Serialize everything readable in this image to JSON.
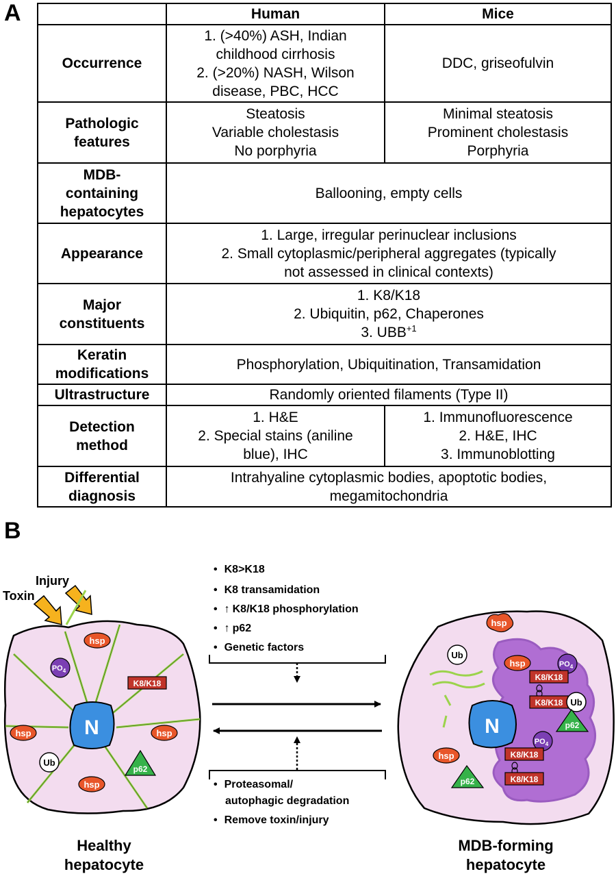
{
  "panels": {
    "a": "A",
    "b": "B"
  },
  "table": {
    "columns": [
      "",
      "Human",
      "Mice"
    ],
    "rows": {
      "occurrence": {
        "label": "Occurrence",
        "human": "1. (>40%) ASH, Indian\nchildhood cirrhosis\n2. (>20%) NASH, Wilson\ndisease, PBC, HCC",
        "mice": "DDC, griseofulvin"
      },
      "pathologic": {
        "label": "Pathologic\nfeatures",
        "human": "Steatosis\nVariable cholestasis\nNo porphyria",
        "mice": "Minimal steatosis\nProminent cholestasis\nPorphyria"
      },
      "mdb_cells": {
        "label": "MDB-\ncontaining\nhepatocytes",
        "both": "Ballooning, empty cells"
      },
      "appearance": {
        "label": "Appearance",
        "both": "1. Large, irregular perinuclear inclusions\n2. Small cytoplasmic/peripheral aggregates (typically\nnot assessed in clinical contexts)"
      },
      "constituents": {
        "label": "Major\nconstituents",
        "both_lines": "1. K8/K18\n2. Ubiquitin, p62, Chaperones",
        "line3": "3. UBB",
        "line3_sup": "+1"
      },
      "keratin_mods": {
        "label": "Keratin\nmodifications",
        "both": "Phosphorylation, Ubiquitination, Transamidation"
      },
      "ultrastructure": {
        "label": "Ultrastructure",
        "both": "Randomly oriented filaments (Type II)"
      },
      "detection": {
        "label": "Detection\nmethod",
        "human": "1. H&E\n2. Special stains (aniline\nblue), IHC",
        "mice": "1. Immunofluorescence\n2. H&E, IHC\n3. Immunoblotting"
      },
      "differential": {
        "label": "Differential\ndiagnosis",
        "both": "Intrahyaline cytoplasmic bodies, apoptotic bodies,\nmegamitochondria"
      }
    }
  },
  "diagram": {
    "toxin": "Toxin",
    "injury": "Injury",
    "nucleus": "N",
    "hsp": "hsp",
    "po4": "PO",
    "po4_sub": "4",
    "k8k18": "K8/K18",
    "ub": "Ub",
    "p62": "p62",
    "forward_factors": [
      "K8>K18",
      "K8 transamidation",
      "K8/K18 phosphorylation",
      "p62",
      "Genetic factors"
    ],
    "reverse_factors": [
      "Proteasomal/",
      "autophagic degradation",
      "Remove toxin/injury"
    ],
    "bullet": "•",
    "up_arrow": "↑",
    "healthy_label": [
      "Healthy",
      "hepatocyte"
    ],
    "mdb_label": [
      "MDB-forming",
      "hepatocyte"
    ],
    "colors": {
      "cell_fill": "#f3dcef",
      "nucleus": "#3b8fe0",
      "hsp": "#e8562a",
      "po4": "#7b3fb3",
      "k8": "#c0342a",
      "p62": "#36b24a",
      "filament": "#9bd34b",
      "aggregate": "#b06ed3",
      "toxin_arrow": "#f6b21e"
    }
  }
}
